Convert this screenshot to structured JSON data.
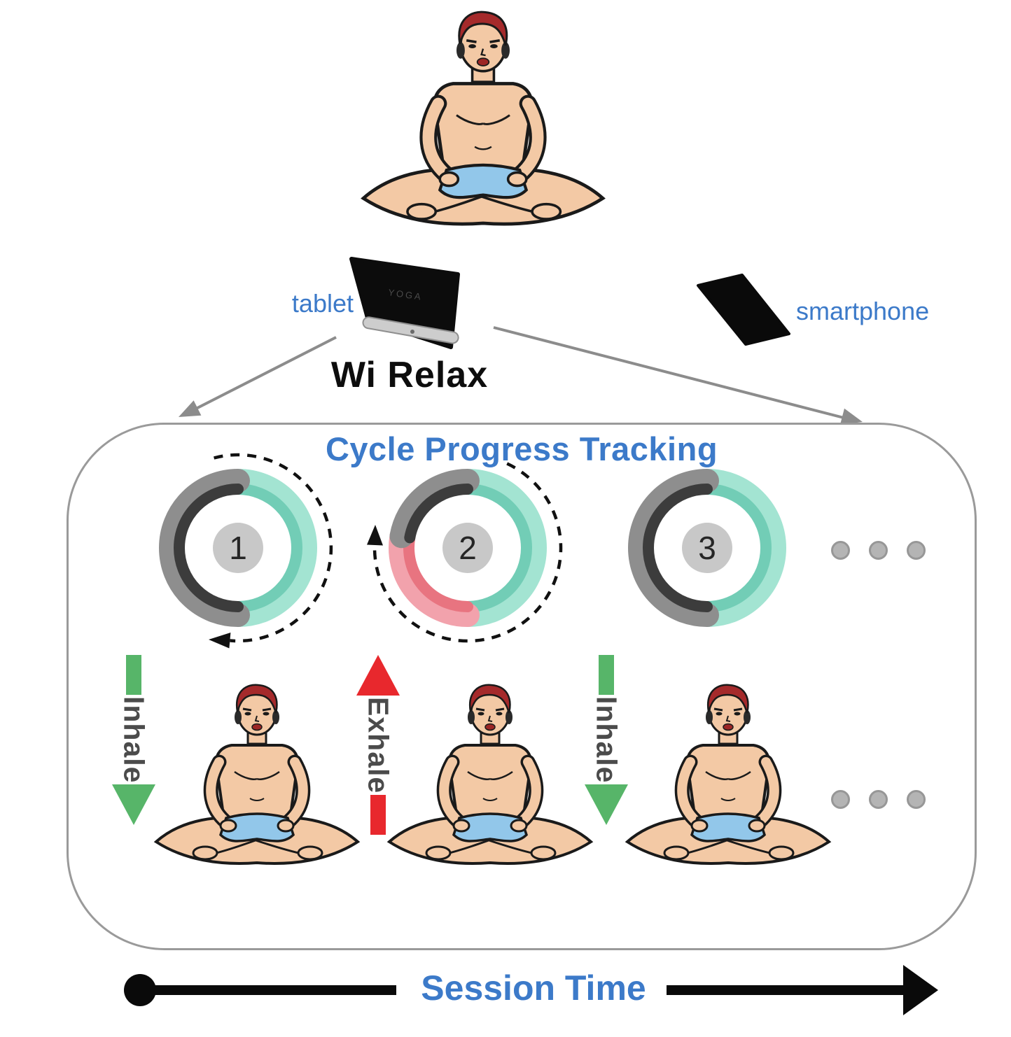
{
  "devices": {
    "tablet_label": "tablet",
    "tablet_logo": "YOGA",
    "smartphone_label": "smartphone"
  },
  "app_name": "Wi Relax",
  "panel": {
    "title": "Cycle Progress Tracking",
    "cycles": [
      {
        "number": "1",
        "breath": "Inhale",
        "ring_colors": [
          "gray-left",
          "teal-right"
        ],
        "dashed_direction": "clockwise"
      },
      {
        "number": "2",
        "breath": "Exhale",
        "ring_colors": [
          "gray-top-left",
          "pink-bottom-left",
          "teal-right"
        ],
        "dashed_direction": "clockwise"
      },
      {
        "number": "3",
        "breath": "Inhale",
        "ring_colors": [
          "gray-left",
          "teal-right"
        ],
        "dashed_direction": "none"
      }
    ],
    "breathing_arrows": [
      {
        "label": "Inhale",
        "direction": "down",
        "color": "#57b569"
      },
      {
        "label": "Exhale",
        "direction": "up",
        "color": "#e8282d"
      },
      {
        "label": "Inhale",
        "direction": "down",
        "color": "#57b569"
      }
    ],
    "ellipsis_dots_per_row": 3
  },
  "timeline": {
    "label": "Session Time"
  },
  "colors": {
    "accent_blue": "#3c7ac9",
    "inhale_green": "#57b569",
    "exhale_red": "#e8282d",
    "ring_teal_light": "#a3e4d2",
    "ring_teal_dark": "#72cdb6",
    "ring_gray_light": "#8e8e8e",
    "ring_gray_dark": "#3c3c3c",
    "ring_pink_light": "#f2a2ac",
    "ring_pink_dark": "#e87480",
    "connector_gray": "#8c8c8c"
  }
}
